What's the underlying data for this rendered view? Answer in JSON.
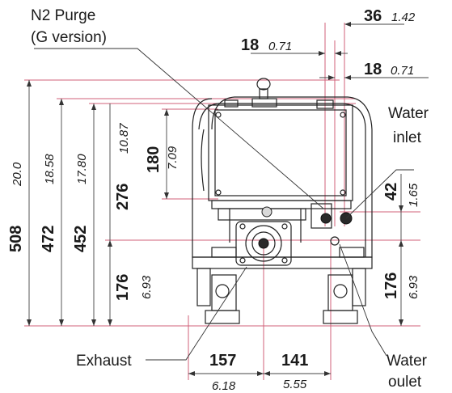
{
  "labels": {
    "n2_purge_line1": "N2 Purge",
    "n2_purge_line2": "(G version)",
    "water_inlet_line1": "Water",
    "water_inlet_line2": "inlet",
    "exhaust": "Exhaust",
    "water_outlet_line1": "Water",
    "water_outlet_line2": "oulet"
  },
  "dimensions": {
    "top_36": {
      "mm": "36",
      "in": "1.42"
    },
    "top_18a": {
      "mm": "18",
      "in": "0.71"
    },
    "top_18b": {
      "mm": "18",
      "in": "0.71"
    },
    "h_508": {
      "mm": "508",
      "in": "20.0"
    },
    "h_472": {
      "mm": "472",
      "in": "18.58"
    },
    "h_452": {
      "mm": "452",
      "in": "17.80"
    },
    "h_276": {
      "mm": "276",
      "in": "10.87"
    },
    "h_180": {
      "mm": "180",
      "in": "7.09"
    },
    "h_176_left": {
      "mm": "176",
      "in": "6.93"
    },
    "h_42": {
      "mm": "42",
      "in": "1.65"
    },
    "h_176_right": {
      "mm": "176",
      "in": "6.93"
    },
    "w_157": {
      "mm": "157",
      "in": "6.18"
    },
    "w_141": {
      "mm": "141",
      "in": "5.55"
    }
  },
  "colors": {
    "extension_line": "#d0607a",
    "line": "#222222"
  }
}
